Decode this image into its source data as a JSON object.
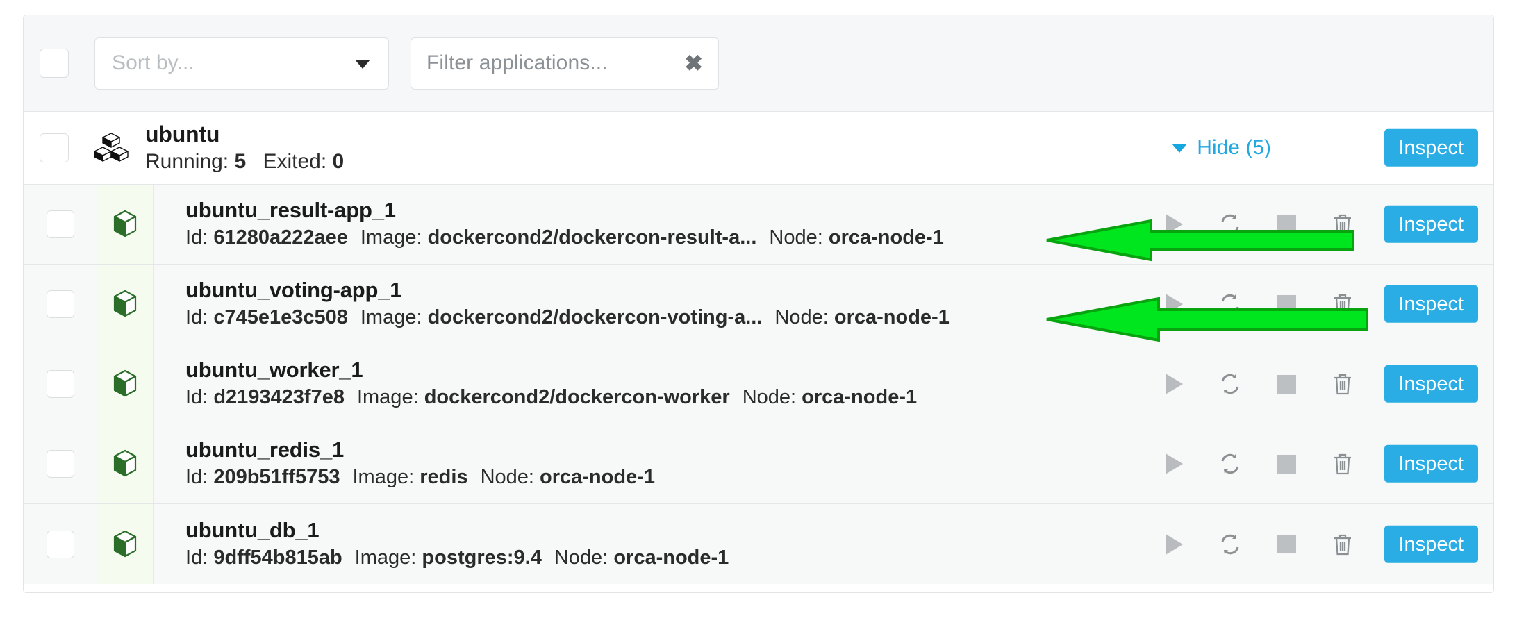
{
  "toolbar": {
    "select_all_checkbox": "unchecked",
    "sort_by_placeholder": "Sort by...",
    "sort_by_value": "",
    "filter_placeholder": "Filter applications...",
    "filter_value": "",
    "clear_icon": "x-clear-icon",
    "caret_icon": "chevron-down-icon"
  },
  "app": {
    "icon": "stacked-cubes-icon",
    "name": "ubuntu",
    "running_label": "Running:",
    "running_count": "5",
    "exited_label": "Exited:",
    "exited_count": "0",
    "hide_label": "Hide (5)",
    "hide_caret_icon": "caret-down-icon",
    "inspect_label": "Inspect"
  },
  "labels": {
    "id_label": "Id:",
    "image_label": "Image:",
    "node_label": "Node:",
    "inspect_label": "Inspect"
  },
  "actions": [
    {
      "name": "start",
      "icon": "play-icon"
    },
    {
      "name": "restart",
      "icon": "refresh-icon"
    },
    {
      "name": "stop",
      "icon": "stop-square-icon"
    },
    {
      "name": "remove",
      "icon": "trash-icon"
    }
  ],
  "containers": [
    {
      "name": "ubuntu_result-app_1",
      "id": "61280a222aee",
      "image": "dockercond2/dockercon-result-a...",
      "node": "orca-node-1",
      "icon": "container-cube-icon",
      "inspect_label": "Inspect",
      "annotated": true
    },
    {
      "name": "ubuntu_voting-app_1",
      "id": "c745e1e3c508",
      "image": "dockercond2/dockercon-voting-a...",
      "node": "orca-node-1",
      "icon": "container-cube-icon",
      "inspect_label": "Inspect",
      "annotated": true
    },
    {
      "name": "ubuntu_worker_1",
      "id": "d2193423f7e8",
      "image": "dockercond2/dockercon-worker",
      "node": "orca-node-1",
      "icon": "container-cube-icon",
      "inspect_label": "Inspect",
      "annotated": false
    },
    {
      "name": "ubuntu_redis_1",
      "id": "209b51ff5753",
      "image": "redis",
      "node": "orca-node-1",
      "icon": "container-cube-icon",
      "inspect_label": "Inspect",
      "annotated": false
    },
    {
      "name": "ubuntu_db_1",
      "id": "9dff54b815ab",
      "image": "postgres:9.4",
      "node": "orca-node-1",
      "icon": "container-cube-icon",
      "inspect_label": "Inspect",
      "annotated": false
    }
  ],
  "colors": {
    "accent_blue": "#29ade4",
    "link_blue": "#23a8e0",
    "toolbar_bg": "#f5f7f9",
    "row_bg": "#f7f8f8",
    "icon_cell_bg": "#f6fbef",
    "container_icon_green": "#2a6e2a",
    "annotation_arrow_fill": "#00e61e",
    "annotation_arrow_stroke": "#09a310",
    "muted_text": "#8c9196",
    "placeholder_text": "#b9bdc2"
  },
  "annotations": [
    {
      "type": "arrow",
      "direction": "left",
      "target": "ubuntu_result-app_1 node"
    },
    {
      "type": "arrow",
      "direction": "left",
      "target": "ubuntu_voting-app_1 node"
    }
  ]
}
